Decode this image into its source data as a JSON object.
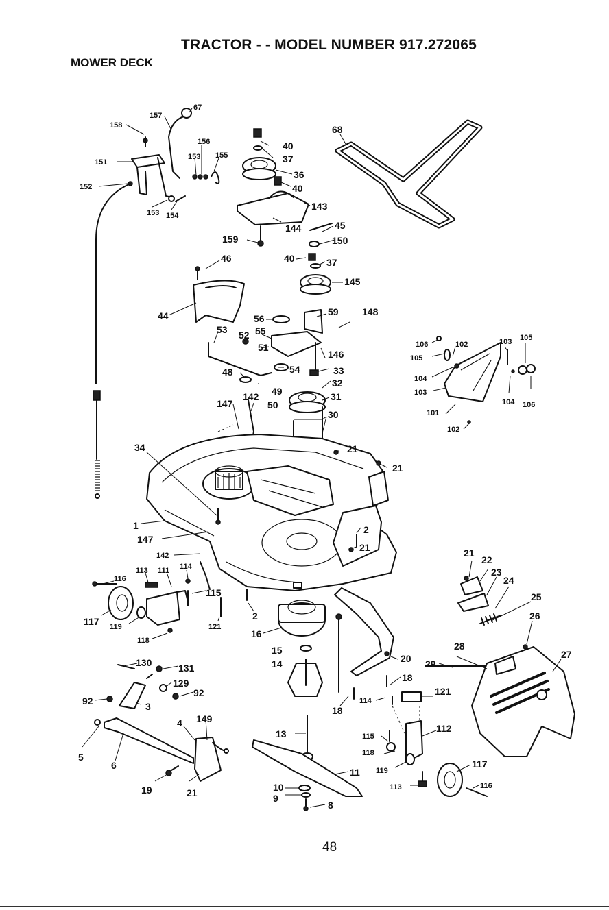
{
  "header": {
    "title": "TRACTOR - - MODEL NUMBER 917.272065",
    "subtitle": "MOWER DECK"
  },
  "footer": {
    "page_number": "48"
  },
  "callouts": {
    "c158": "158",
    "c157": "157",
    "c67": "67",
    "c151": "151",
    "c156": "156",
    "c153a": "153",
    "c155": "155",
    "c152": "152",
    "c153b": "153",
    "c154": "154",
    "c40a": "40",
    "c37a": "37",
    "c36": "36",
    "c40b": "40",
    "c143": "143",
    "c144": "144",
    "c45": "45",
    "c150": "150",
    "c159": "159",
    "c40c": "40",
    "c37b": "37",
    "c145": "145",
    "c68": "68",
    "c46": "46",
    "c44": "44",
    "c56": "56",
    "c59": "59",
    "c148": "148",
    "c53": "53",
    "c52": "52",
    "c55": "55",
    "c51": "51",
    "c146": "146",
    "c54": "54",
    "c48": "48",
    "c33": "33",
    "c32": "32",
    "c49": "49",
    "c31": "31",
    "c147a": "147",
    "c142a": "142",
    "c50": "50",
    "c30": "30",
    "c106a": "106",
    "c102a": "102",
    "c103a": "103",
    "c105a": "105",
    "c105b": "105",
    "c104a": "104",
    "c103b": "103",
    "c104b": "104",
    "c106b": "106",
    "c101": "101",
    "c102b": "102",
    "c34": "34",
    "c21a": "21",
    "c21b": "21",
    "c1": "1",
    "c147b": "147",
    "c2a": "2",
    "c21c": "21",
    "c142b": "142",
    "c113a": "113",
    "c111": "111",
    "c114a": "114",
    "c116a": "116",
    "c115a": "115",
    "c117a": "117",
    "c119a": "119",
    "c121a": "121",
    "c118a": "118",
    "c2b": "2",
    "c16": "16",
    "c21d": "21",
    "c22": "22",
    "c23": "23",
    "c24": "24",
    "c25": "25",
    "c26": "26",
    "c15": "15",
    "c14": "14",
    "c20": "20",
    "c28": "28",
    "c29": "29",
    "c27": "27",
    "c18a": "18",
    "c18b": "18",
    "c114b": "114",
    "c121b": "121",
    "c130": "130",
    "c131": "131",
    "c129": "129",
    "c92a": "92",
    "c92b": "92",
    "c3": "3",
    "c149": "149",
    "c4": "4",
    "c112": "112",
    "c13": "13",
    "c115b": "115",
    "c118b": "118",
    "c5": "5",
    "c6": "6",
    "c11": "11",
    "c117b": "117",
    "c119b": "119",
    "c116b": "116",
    "c113b": "113",
    "c19": "19",
    "c21e": "21",
    "c10": "10",
    "c9": "9",
    "c8": "8"
  }
}
